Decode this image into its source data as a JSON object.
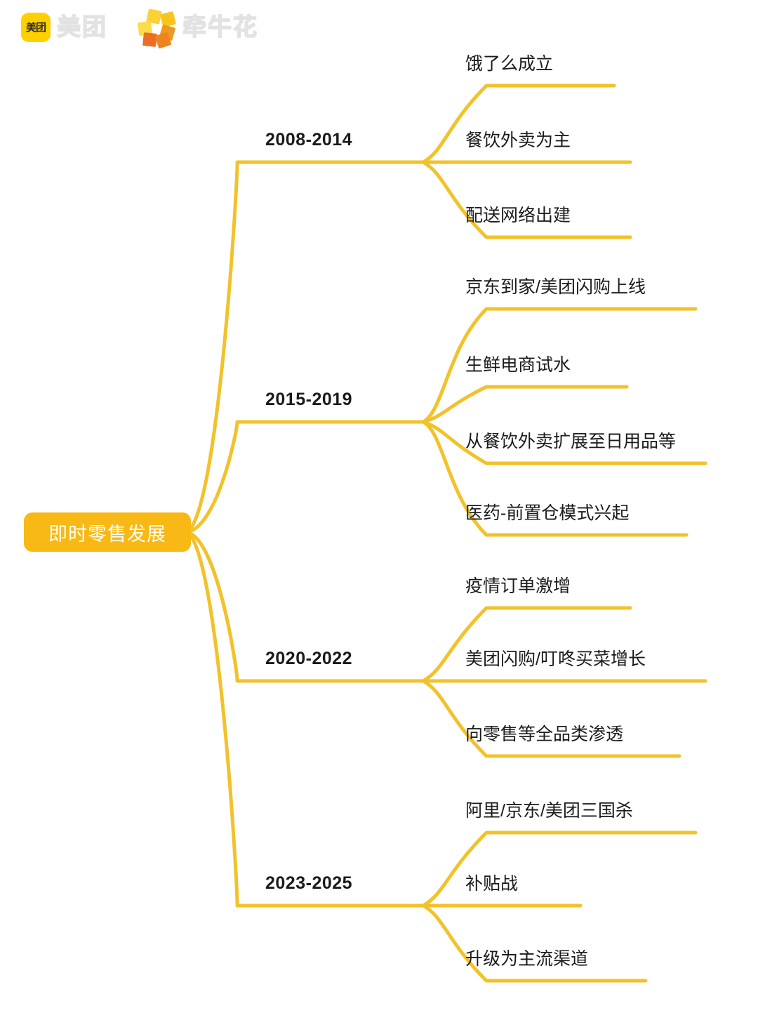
{
  "header": {
    "logos": [
      {
        "name": "meituan",
        "mark_text": "美团",
        "wordmark": "美团"
      },
      {
        "name": "qianniuhua",
        "wordmark": "牵牛花"
      }
    ]
  },
  "colors": {
    "branch": "#F2C22B",
    "root_fill": "#F8B916",
    "root_text": "#FFFFFF",
    "label_text": "#1B1B1B",
    "meituan_yellow": "#FFD000",
    "background": "#FFFFFF"
  },
  "mindmap": {
    "root": {
      "label": "即时零售发展"
    },
    "branches": [
      {
        "label": "2008-2014",
        "leaves": [
          {
            "label": "饿了么成立"
          },
          {
            "label": "餐饮外卖为主"
          },
          {
            "label": "配送网络出建"
          }
        ]
      },
      {
        "label": "2015-2019",
        "leaves": [
          {
            "label": "京东到家/美团闪购上线"
          },
          {
            "label": "生鲜电商试水"
          },
          {
            "label": "从餐饮外卖扩展至日用品等"
          },
          {
            "label": "医药-前置仓模式兴起"
          }
        ]
      },
      {
        "label": "2020-2022",
        "leaves": [
          {
            "label": "疫情订单激增"
          },
          {
            "label": "美团闪购/叮咚买菜增长"
          },
          {
            "label": "向零售等全品类渗透"
          }
        ]
      },
      {
        "label": "2023-2025",
        "leaves": [
          {
            "label": "阿里/京东/美团三国杀"
          },
          {
            "label": "补贴战"
          },
          {
            "label": "升级为主流渠道"
          }
        ]
      }
    ]
  }
}
